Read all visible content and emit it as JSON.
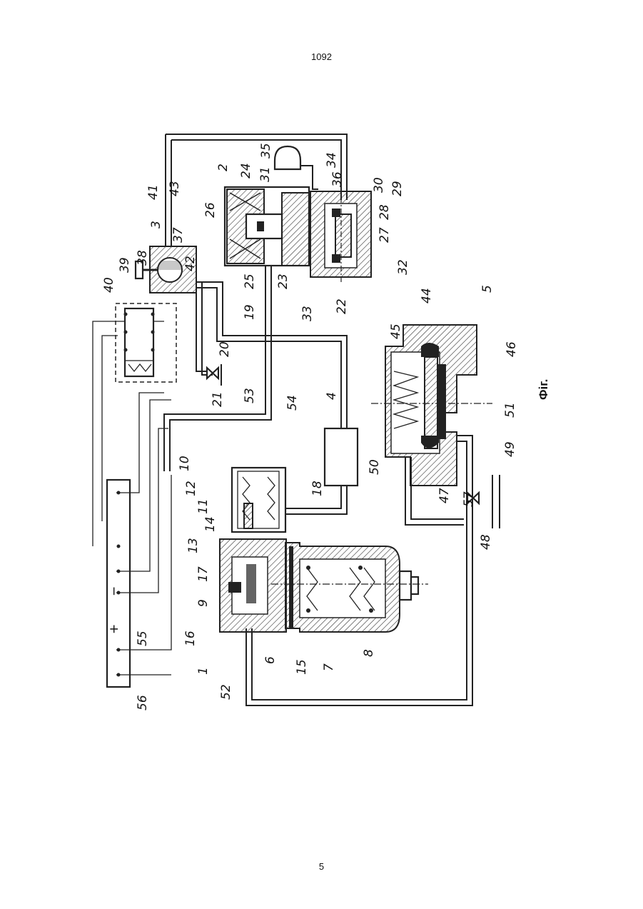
{
  "page": {
    "header_number": "1092",
    "footer_number": "5",
    "caption": "Фіг."
  },
  "labels": [
    "1",
    "2",
    "3",
    "4",
    "5",
    "6",
    "7",
    "8",
    "9",
    "10",
    "11",
    "12",
    "13",
    "14",
    "15",
    "16",
    "17",
    "18",
    "19",
    "20",
    "21",
    "22",
    "23",
    "24",
    "25",
    "26",
    "27",
    "28",
    "29",
    "30",
    "31",
    "32",
    "33",
    "34",
    "35",
    "36",
    "37",
    "38",
    "39",
    "40",
    "41",
    "42",
    "43",
    "44",
    "45",
    "46",
    "47",
    "48",
    "49",
    "50",
    "51",
    "52",
    "53",
    "54",
    "55",
    "56",
    "57"
  ],
  "signs": {
    "plus": "+",
    "minus": "−"
  }
}
